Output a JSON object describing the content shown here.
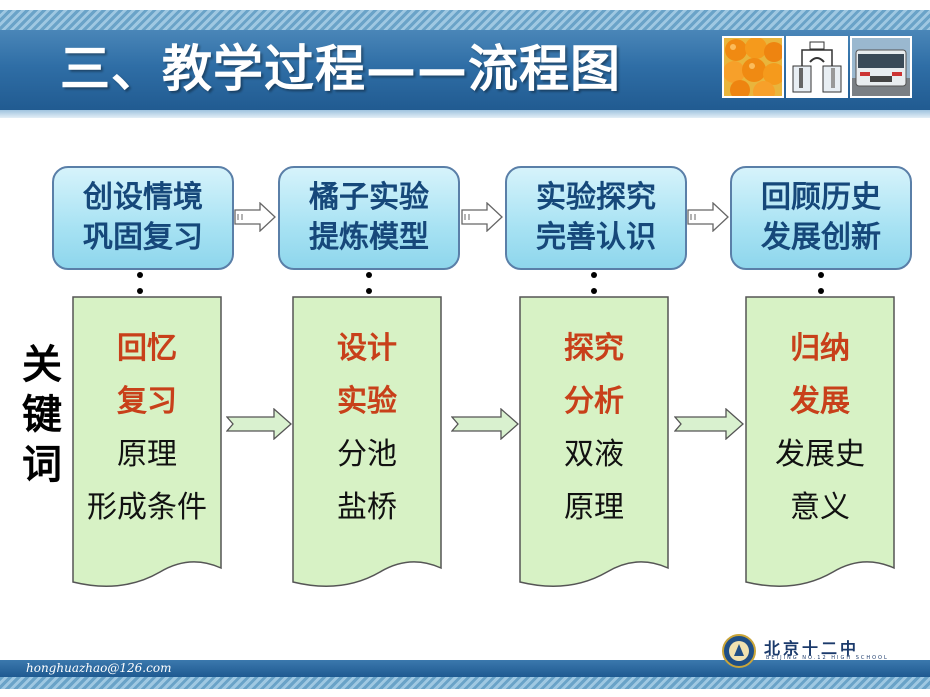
{
  "title": "三、教学过程——流程图",
  "thumbnails": [
    "oranges-photo",
    "apparatus-diagram",
    "bus-photo"
  ],
  "stages": [
    {
      "line1": "创设情境",
      "line2": "巩固复习"
    },
    {
      "line1": "橘子实验",
      "line2": "提炼模型"
    },
    {
      "line1": "实验探究",
      "line2": "完善认识"
    },
    {
      "line1": "回顾历史",
      "line2": "发展创新"
    }
  ],
  "side_label": [
    "关",
    "键",
    "词"
  ],
  "panels": [
    {
      "red": [
        "回忆",
        "复习"
      ],
      "black": [
        "原理",
        "形成条件"
      ]
    },
    {
      "red": [
        "设计",
        "实验"
      ],
      "black": [
        "分池",
        "盐桥"
      ]
    },
    {
      "red": [
        "探究",
        "分析"
      ],
      "black": [
        "双液",
        "原理"
      ]
    },
    {
      "red": [
        "归纳",
        "发展"
      ],
      "black": [
        "发展史",
        "意义"
      ]
    }
  ],
  "footer": {
    "email": "honghuazhao@126.com",
    "school_name": "北京十二中",
    "school_en": "BEIJING NO.12 HIGH SCHOOL"
  },
  "colors": {
    "header": "#2f6ea6",
    "stage_fill": "#a7e2f3",
    "panel_fill": "#d7f2c5",
    "keyword_red": "#c8401a",
    "arrow_fill": "#d9f1cf"
  }
}
